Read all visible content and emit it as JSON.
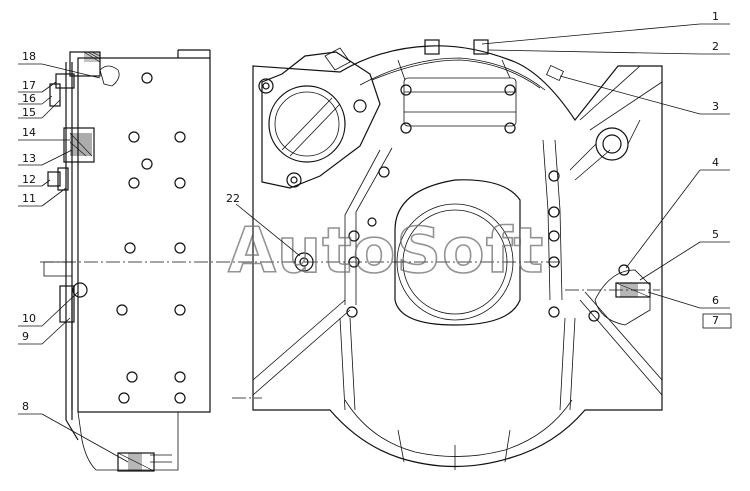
{
  "diagram": {
    "watermark": "AutoSoft",
    "callouts_left": [
      {
        "num": "18"
      },
      {
        "num": "17"
      },
      {
        "num": "16"
      },
      {
        "num": "15"
      },
      {
        "num": "14"
      },
      {
        "num": "13"
      },
      {
        "num": "12"
      },
      {
        "num": "11"
      },
      {
        "num": "10"
      },
      {
        "num": "9"
      },
      {
        "num": "8"
      }
    ],
    "callouts_right": [
      {
        "num": "1"
      },
      {
        "num": "2"
      },
      {
        "num": "3"
      },
      {
        "num": "4"
      },
      {
        "num": "5"
      },
      {
        "num": "6"
      },
      {
        "num": "7"
      }
    ],
    "callout_center": {
      "num": "22"
    }
  }
}
